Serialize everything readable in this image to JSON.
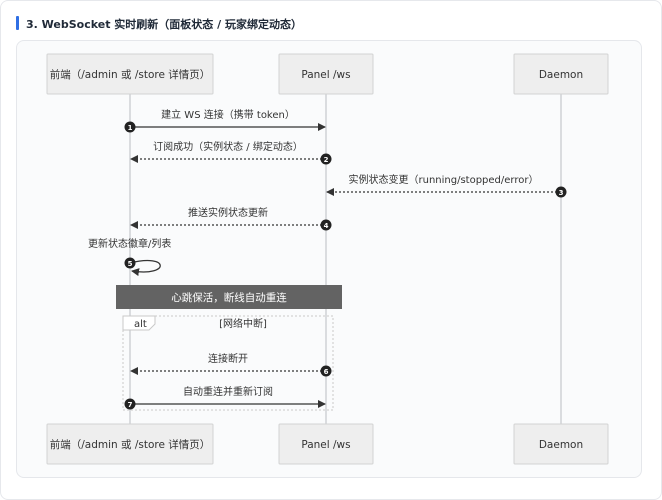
{
  "section": {
    "title": "3. WebSocket 实时刷新（面板状态 / 玩家绑定动态）"
  },
  "diagram": {
    "participants": [
      {
        "id": "frontend",
        "label": "前端（/admin 或 /store 详情页）"
      },
      {
        "id": "panel",
        "label": "Panel /ws"
      },
      {
        "id": "daemon",
        "label": "Daemon"
      }
    ],
    "messages": [
      {
        "n": "1",
        "from": "frontend",
        "to": "panel",
        "label": "建立 WS 连接（携带 token）",
        "style": "solid"
      },
      {
        "n": "2",
        "from": "panel",
        "to": "frontend",
        "label": "订阅成功（实例状态 / 绑定动态）",
        "style": "dashed"
      },
      {
        "n": "3",
        "from": "daemon",
        "to": "panel",
        "label": "实例状态变更（running/stopped/error）",
        "style": "dashed"
      },
      {
        "n": "4",
        "from": "panel",
        "to": "frontend",
        "label": "推送实例状态更新",
        "style": "dashed"
      },
      {
        "n": "5",
        "from": "frontend",
        "to": "frontend",
        "label": "更新状态徽章/列表",
        "style": "self"
      },
      {
        "n": "6",
        "from": "panel",
        "to": "frontend",
        "label": "连接断开",
        "style": "dashed"
      },
      {
        "n": "7",
        "from": "frontend",
        "to": "panel",
        "label": "自动重连并重新订阅",
        "style": "solid"
      }
    ],
    "note": {
      "label": "心跳保活，断线自动重连"
    },
    "fragment": {
      "keyword": "alt",
      "condition": "[网络中断]"
    }
  }
}
